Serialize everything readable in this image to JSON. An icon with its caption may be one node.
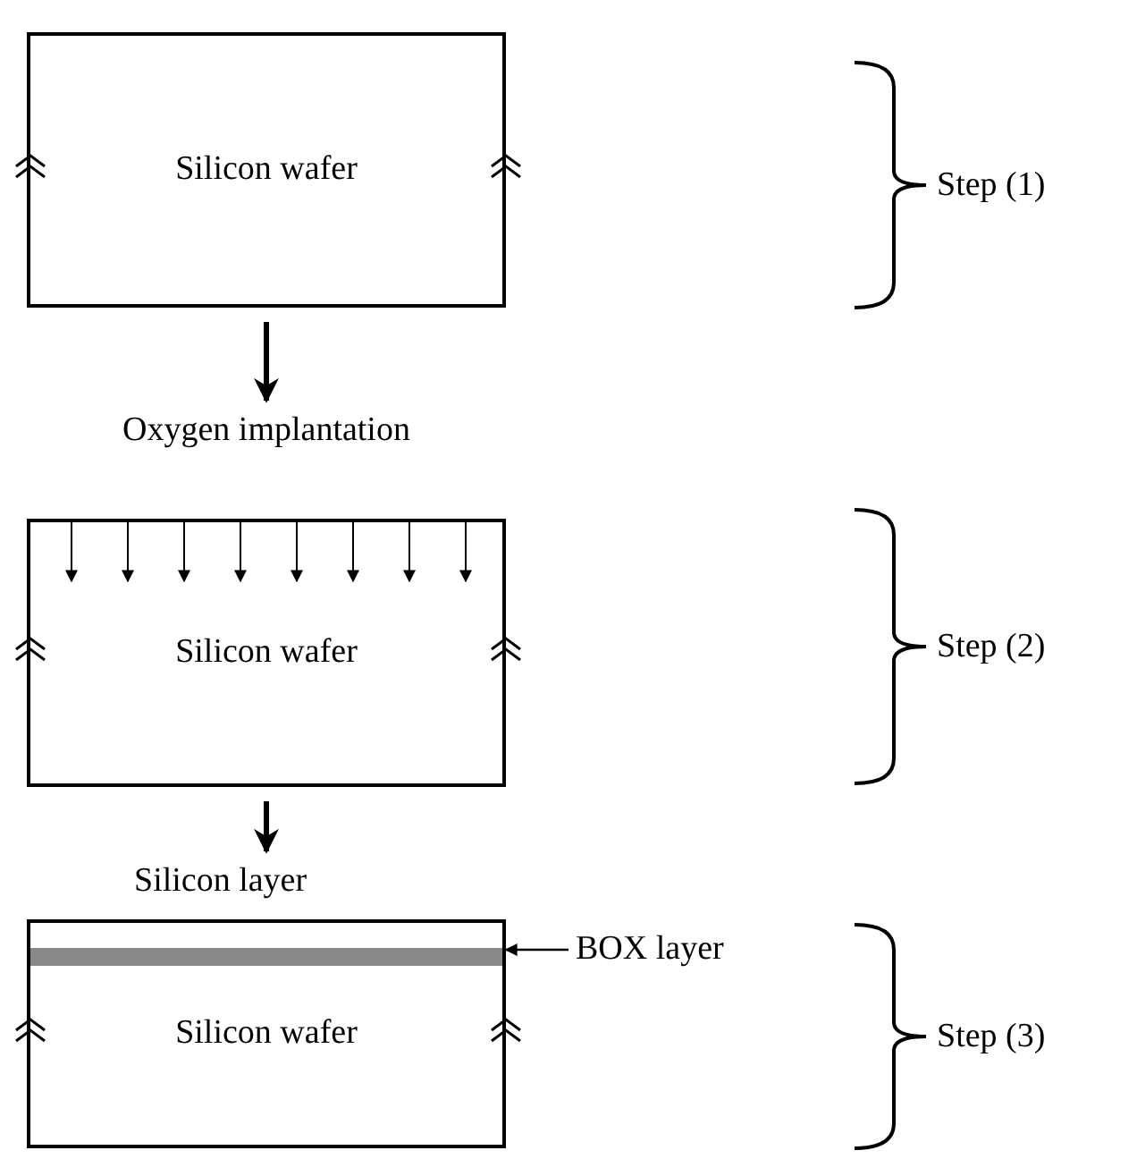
{
  "diagram": {
    "nodes": [
      {
        "text": [
          "Silicon wafer"
        ]
      },
      {
        "text": [
          "Oxygen implantation",
          "Silicon wafer"
        ]
      },
      {
        "text": [
          "Silicon layer",
          "Silicon wafer"
        ]
      },
      {
        "text": [],
        "shape": "bar",
        "in": 2
      },
      {
        "text": [
          "BOX layer"
        ]
      }
    ],
    "edges": [
      {
        "from": 0,
        "to": 1,
        "arrow": "to"
      },
      {
        "from": 1,
        "to": 2,
        "arrow": "to"
      },
      {
        "from": 4,
        "to": 3,
        "arrow": "to"
      }
    ],
    "labels": [
      "Step (1)",
      "Step (2)",
      "Step (3)"
    ]
  }
}
